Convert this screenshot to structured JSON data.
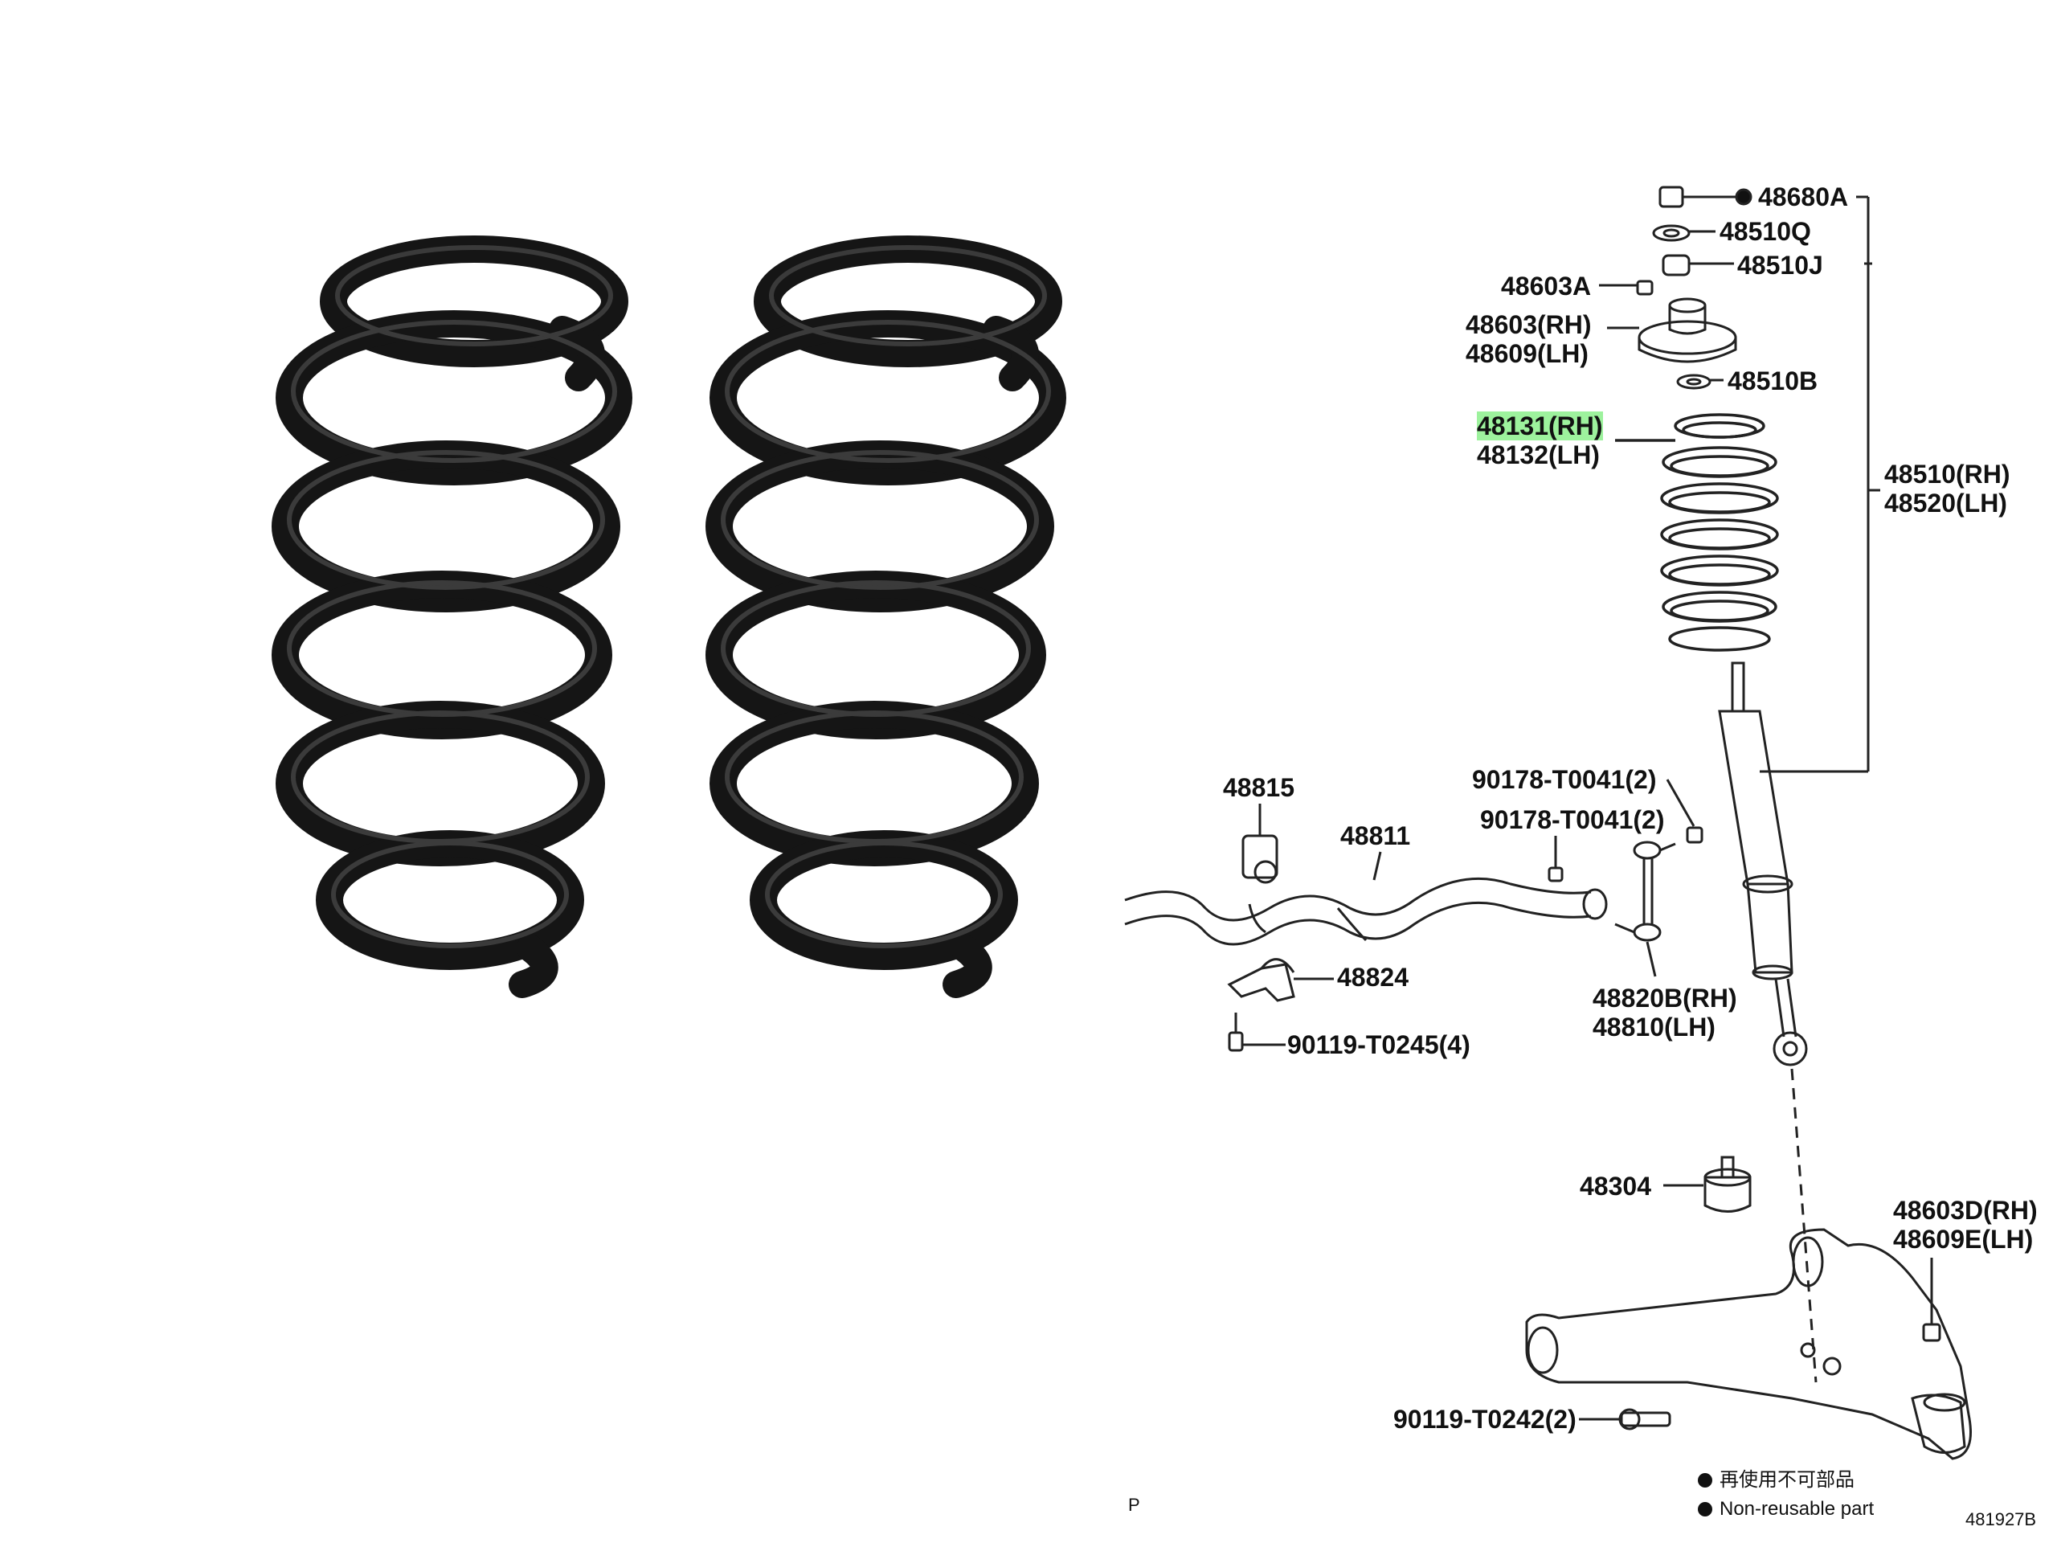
{
  "diagram": {
    "part_labels": {
      "p48680A": "48680A",
      "p48510Q": "48510Q",
      "p48510J": "48510J",
      "p48603A": "48603A",
      "p48603RH": "48603(RH)",
      "p48609LH": "48609(LH)",
      "p48510B": "48510B",
      "p48131RH": "48131(RH)",
      "p48132LH": "48132(LH)",
      "p48510RH": "48510(RH)",
      "p48520LH": "48520(LH)",
      "p90178a": "90178-T0041(2)",
      "p90178b": "90178-T0041(2)",
      "p48815": "48815",
      "p48811": "48811",
      "p48824": "48824",
      "p90119T0245": "90119-T0245(4)",
      "p48820B": "48820B(RH)",
      "p48810": "48810(LH)",
      "p48304": "48304",
      "p48603D": "48603D(RH)",
      "p48609E": "48609E(LH)",
      "p90119T0242": "90119-T0242(2)"
    },
    "highlighted_part": "48131(RH)",
    "highlight_color": "#9df29d",
    "legend": {
      "japanese": "再使用不可部品",
      "english": "Non-reusable part"
    },
    "page_marker": "P",
    "diagram_id": "481927B"
  }
}
